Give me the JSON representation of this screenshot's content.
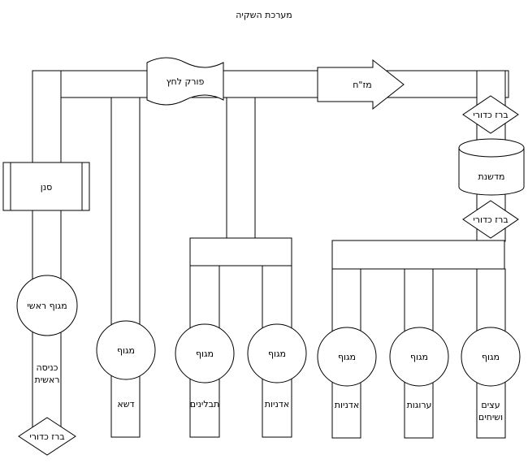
{
  "title": "מערכת השקיה",
  "labels": {
    "filter": "סנן",
    "pressure_regulator": "פורק לחץ",
    "ac": "מז\"ח",
    "ball_valve_1": "ברז כדורי",
    "fertilizer": "מדשנת",
    "ball_valve_2": "ברז כדורי",
    "main_valve": "מגוף ראשי",
    "main_entry_line1": "כניסה",
    "main_entry_line2": "ראשית",
    "ball_valve_bottom": "ברז כדורי",
    "valve": "מגוף",
    "lawn": "דשא",
    "spices": "תבלינים",
    "flowerbeds_1": "אדניות",
    "flowerbeds_2": "אדניות",
    "beds": "ערוגות",
    "trees_line1": "עצים",
    "trees_line2": "ושיחים"
  }
}
